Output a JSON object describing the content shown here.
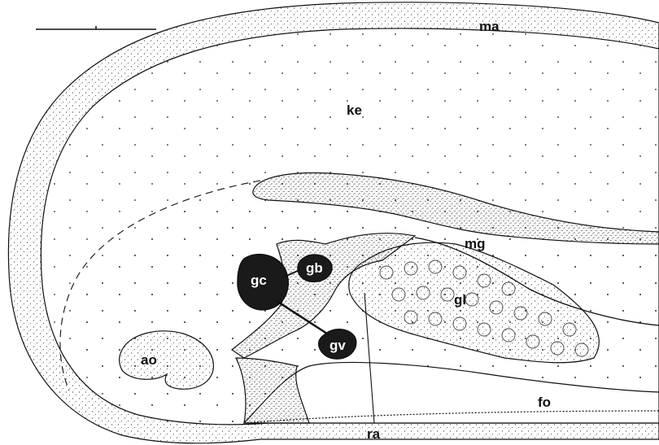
{
  "labels": {
    "ma": "ma",
    "ke": "ke",
    "mg": "mg",
    "gb": "gb",
    "gc": "gc",
    "gl": "gl",
    "ao": "ao",
    "gv": "gv",
    "fo": "fo",
    "ra": "ra"
  },
  "colors": {
    "ink": "#111111",
    "paper": "#ffffff",
    "ganglion_fill": "#1a1a1a"
  }
}
